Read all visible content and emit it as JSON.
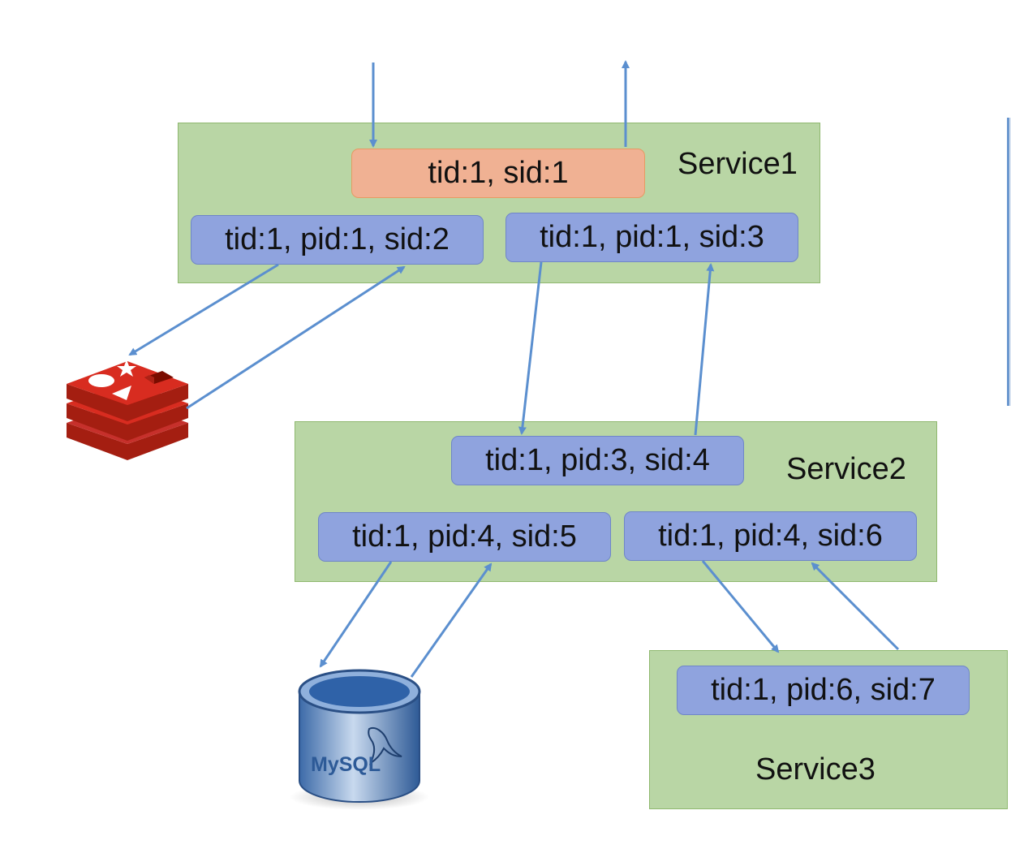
{
  "services": [
    {
      "id": "service1",
      "label": "Service1"
    },
    {
      "id": "service2",
      "label": "Service2"
    },
    {
      "id": "service3",
      "label": "Service3"
    }
  ],
  "spans": [
    {
      "id": "s1",
      "label": "tid:1, sid:1",
      "root": true
    },
    {
      "id": "s2",
      "label": "tid:1, pid:1, sid:2"
    },
    {
      "id": "s3",
      "label": "tid:1, pid:1, sid:3"
    },
    {
      "id": "s4",
      "label": "tid:1, pid:3, sid:4"
    },
    {
      "id": "s5",
      "label": "tid:1, pid:4, sid:5"
    },
    {
      "id": "s6",
      "label": "tid:1, pid:4, sid:6"
    },
    {
      "id": "s7",
      "label": "tid:1, pid:6, sid:7"
    }
  ],
  "datastores": {
    "cache": {
      "icon": "redis-icon"
    },
    "database": {
      "icon": "mysql-icon",
      "logo_text": "MySQL"
    }
  },
  "colors": {
    "service_fill": "#b9d6a5",
    "span_fill": "#8fa3de",
    "root_span_fill": "#f0b193",
    "arrow": "#5b8fcf"
  }
}
